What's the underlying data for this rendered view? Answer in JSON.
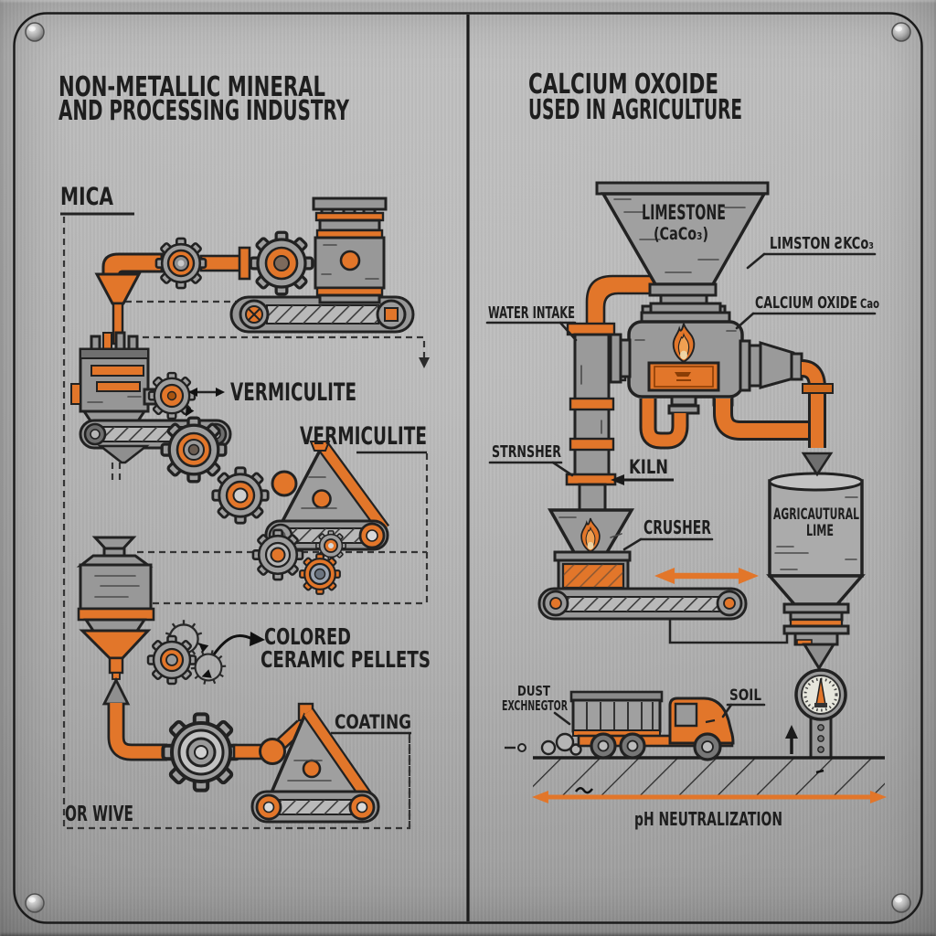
{
  "left": {
    "title1": "NON-METALLIC MINERAL",
    "title2": "AND PROCESSING INDUSTRY",
    "mica": "MICA",
    "vermiculite_a": "VERMICULITE",
    "vermiculite_b": "VERMICULITE",
    "colored1": "COLORED",
    "colored2": "CERAMIC PELLETS",
    "coating": "COATING",
    "or_wive": "OR WIVE"
  },
  "right": {
    "title1": "CALCIUM OXOIDE",
    "title2": "USED IN AGRICULTURE",
    "limestone1": "LIMESTONE",
    "limestone2": "(CaCo₃)",
    "limston": "LIMSTON ƧKCo₃",
    "water_intake": "WATER INTAKE",
    "calcium_oxide": "CALCIUM OXIDE",
    "calcium_oxide_sub": "Cao",
    "strnsher": "STRNSHER",
    "kiln": "KILN",
    "crusher": "CRUSHER",
    "agri1": "AGRICAUTURAL",
    "agri2": "LIME",
    "dust1": "DUST",
    "dust2": "EXCHNEGTOR",
    "soil": "SOIL",
    "ph": "pH NEUTRALIZATION"
  },
  "colors": {
    "accent_orange": "#e2762a",
    "outline": "#1e1e1e",
    "metal": "#b0b0b0"
  }
}
